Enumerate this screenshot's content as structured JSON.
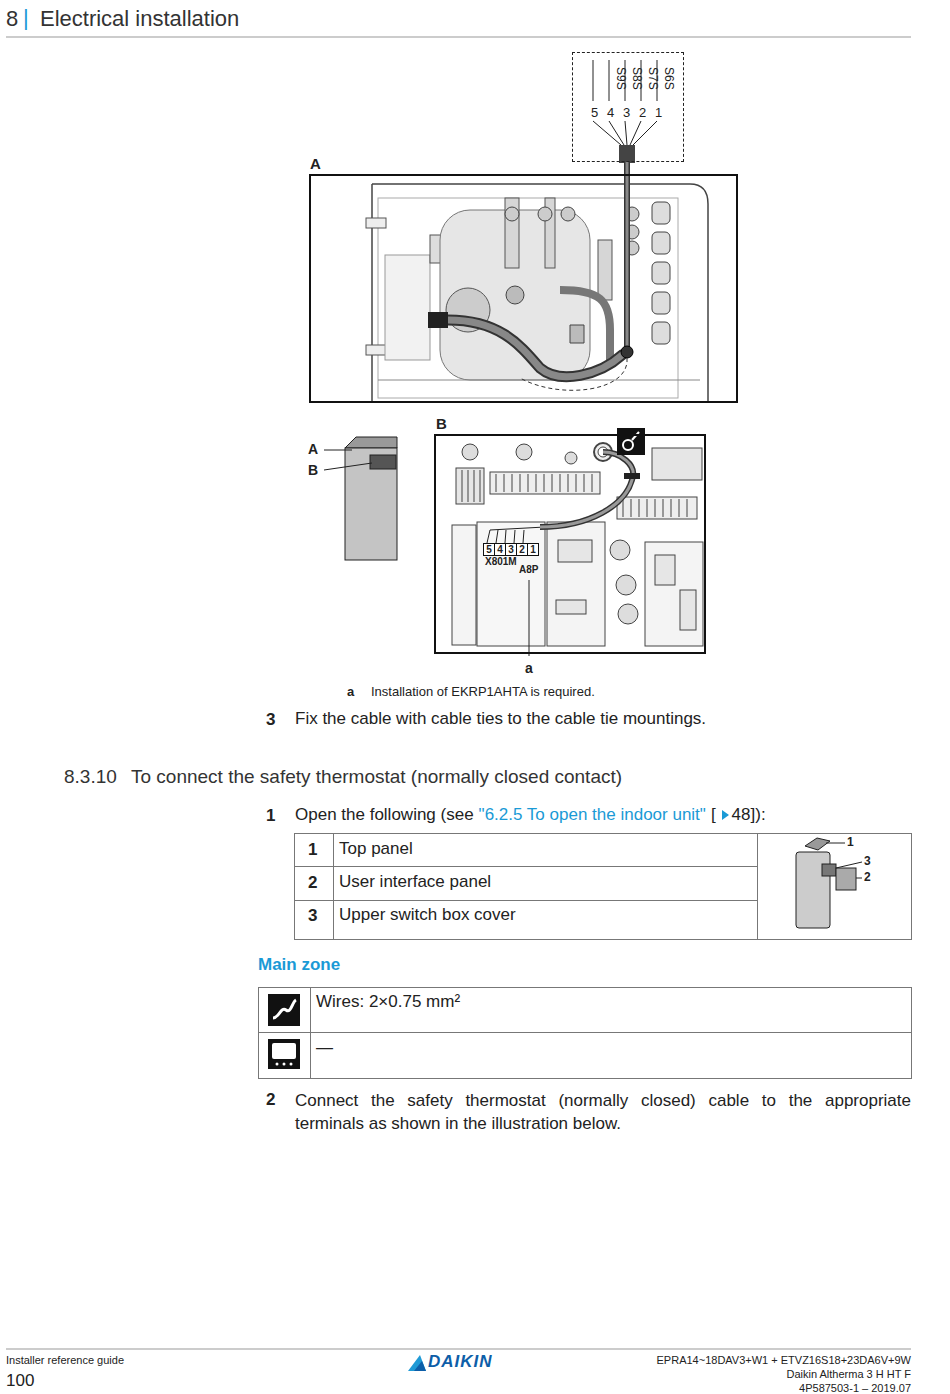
{
  "diagram": {
    "title": "To connect the safety thermostat (normally closed contact)",
    "nodes": [
      {
        "text": [
          "S9S",
          "S8S",
          "S7S",
          "S6S",
          "5",
          "4",
          "3",
          "2",
          "1"
        ]
      },
      {
        "text": [
          "A"
        ]
      },
      {
        "text": [
          "B"
        ]
      },
      {
        "text": [
          "5",
          "4",
          "3",
          "2",
          "1"
        ],
        "in": 2
      }
    ],
    "edges": [
      {
        "from": 0,
        "to": 1,
        "arrow": "none"
      }
    ],
    "labels": [
      "8",
      "|",
      "Electrical installation",
      "A",
      "B",
      "X801M",
      "A8P",
      "a",
      "a",
      "Installation of EKRP1AHTA is required.",
      "3",
      "Fix the cable with cable ties to the cable tie mountings.",
      "8.3.10",
      "1",
      "Open the following (see",
      "\"6.2.5 To open the indoor unit\"",
      "[",
      "48]):",
      "1",
      "Top panel",
      "2",
      "User interface panel",
      "3",
      "Upper switch box cover",
      "1",
      "3",
      "2",
      "Main zone",
      "Wires: 2×0.75 mm²",
      "—",
      "2",
      "Connect the safety thermostat (normally closed) cable to the appropriate terminals as shown in the illustration below.",
      "Installer reference guide",
      "100",
      "DAIKIN",
      "EPRA14~18DAV3+W1 + ETVZ16S18+23DA6V+9W",
      "Daikin Altherma 3 H HT F",
      "4P587503-1 – 2019.07"
    ]
  }
}
